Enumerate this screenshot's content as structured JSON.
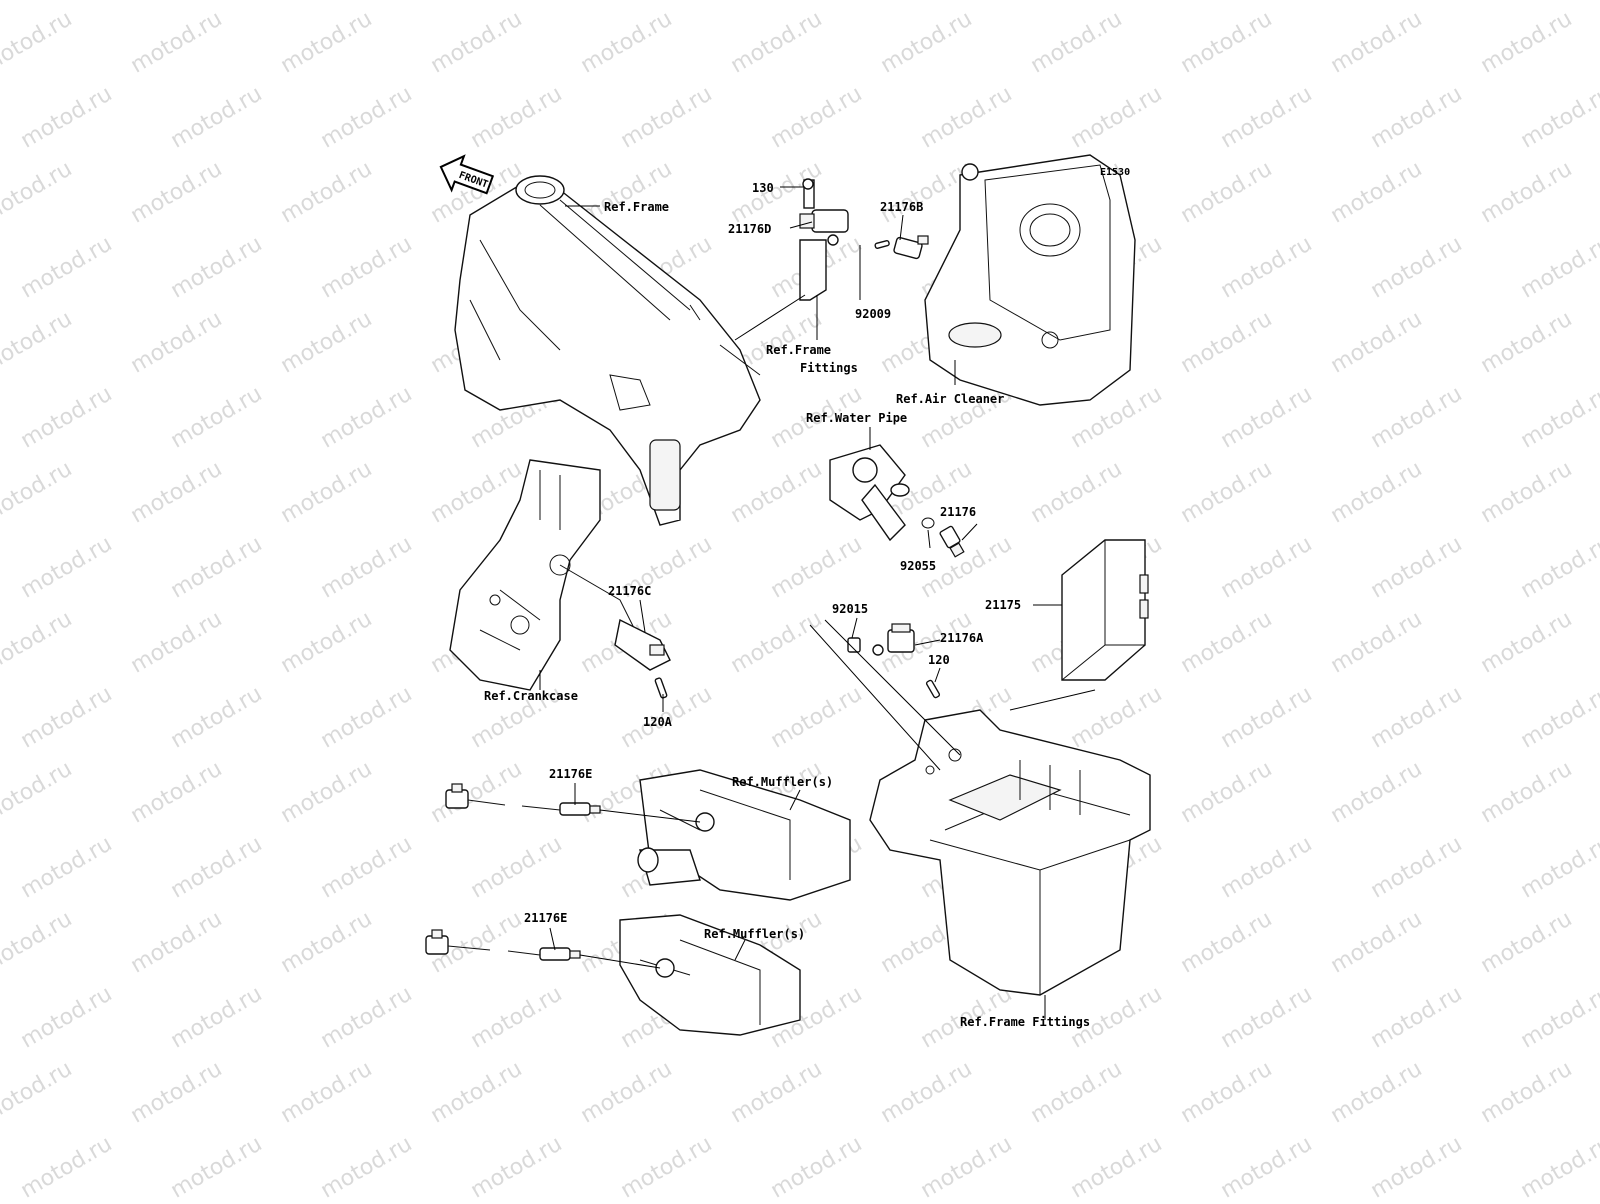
{
  "diagram": {
    "code": "E1530",
    "watermark": "motod.ru",
    "front_label": "FRONT",
    "labels": {
      "ref_frame": "Ref.Frame",
      "part_130": "130",
      "part_21176d": "21176D",
      "part_21176b": "21176B",
      "part_92009": "92009",
      "ref_frame_fittings_top_1": "Ref.Frame",
      "ref_frame_fittings_top_2": "Fittings",
      "ref_air_cleaner": "Ref.Air Cleaner",
      "ref_water_pipe": "Ref.Water Pipe",
      "part_21176": "21176",
      "part_92055": "92055",
      "part_21175": "21175",
      "part_21176c": "21176C",
      "part_92015": "92015",
      "part_21176a": "21176A",
      "part_120": "120",
      "ref_crankcase": "Ref.Crankcase",
      "part_120a": "120A",
      "part_21176e_1": "21176E",
      "ref_muffler_1": "Ref.Muffler(s)",
      "part_21176e_2": "21176E",
      "ref_muffler_2": "Ref.Muffler(s)",
      "ref_frame_fittings_bottom": "Ref.Frame Fittings"
    }
  }
}
